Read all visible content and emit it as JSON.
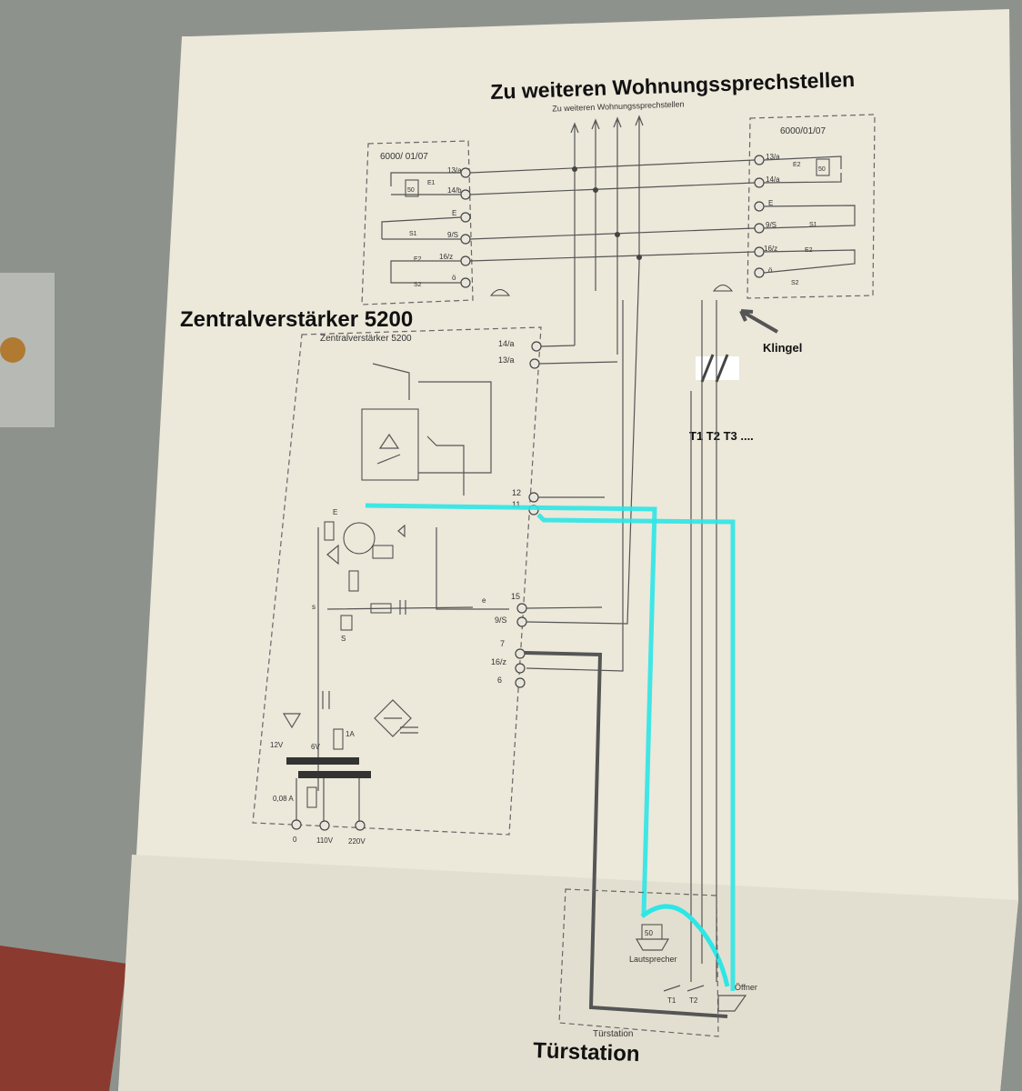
{
  "annotations": {
    "top_title": "Zu weiteren Wohnungssprechstellen",
    "amp_title": "Zentralverstärker 5200",
    "door_title": "Türstation",
    "bell_label": "Klingel",
    "taster_label": "T1 T2 T3 ...."
  },
  "printed": {
    "top_small": "Zu weiteren Wohnungssprechstellen",
    "amp_small": "Zentralverstärker 5200",
    "door_small": "Türstation",
    "left_unit": "6000/ 01/07",
    "right_unit": "6000/01/07",
    "speaker_label": "Lautsprecher",
    "opener_label": "Öffner",
    "speaker_value": "50"
  },
  "left_unit_terminals": [
    "13/a",
    "14/b",
    "E",
    "9/S",
    "16/z",
    "ö"
  ],
  "left_unit_contacts": [
    "E1",
    "S1",
    "E2",
    "S2"
  ],
  "right_unit_terminals": [
    "13/a",
    "14/a",
    "E",
    "9/S",
    "16/z",
    "ö"
  ],
  "right_unit_contacts": [
    "E2",
    "S1",
    "E2",
    "S2"
  ],
  "amp_terminals_top": [
    "14/a",
    "13/a"
  ],
  "amp_terminals_mid": [
    "12",
    "11"
  ],
  "amp_terminals_lower": [
    "15",
    "9/S",
    "7",
    "16/z",
    "6"
  ],
  "power_terminals": [
    "0",
    "110V",
    "220V"
  ],
  "power_labels": {
    "v12": "12V",
    "v6": "6V",
    "fuse1": "1A",
    "fuse2": "0,08 A",
    "relay_s": "S",
    "relay_e": "E",
    "contact_s": "s",
    "contact_e": "e"
  },
  "door_buttons": [
    "T1",
    "T2"
  ],
  "colors": {
    "paper": "#ece8da",
    "ink": "#444444",
    "highlight": "#2ee6e6",
    "marker": "#555555",
    "background": "#9a9d98"
  }
}
